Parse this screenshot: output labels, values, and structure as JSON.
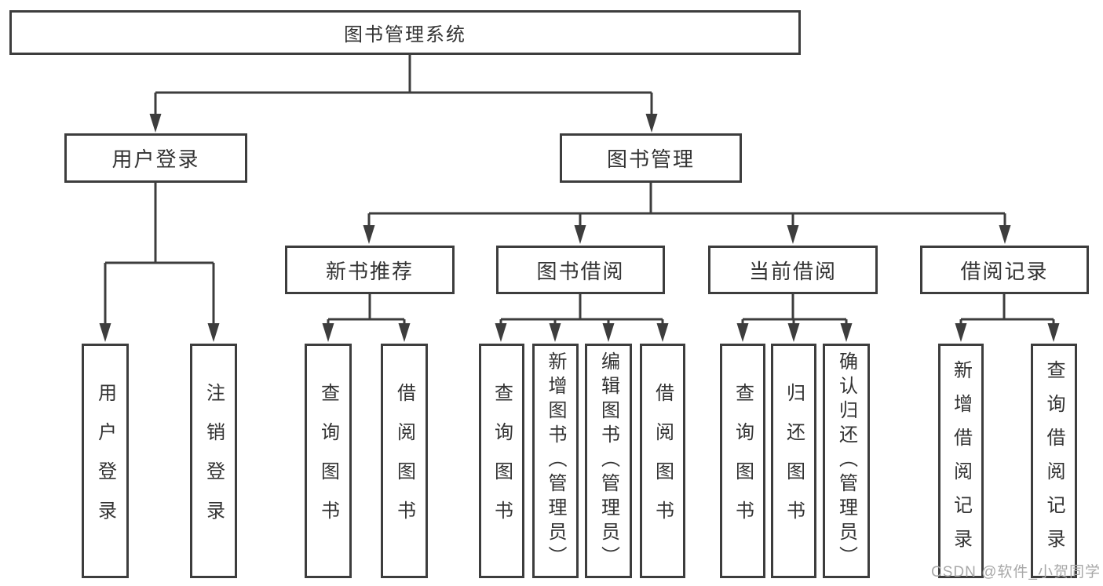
{
  "diagram": {
    "type": "hierarchy-functional-structure",
    "root": {
      "label": "图书管理系统",
      "children": [
        {
          "label": "用户登录",
          "children": [
            {
              "label": "用户登录"
            },
            {
              "label": "注销登录"
            }
          ]
        },
        {
          "label": "图书管理",
          "children": [
            {
              "label": "新书推荐",
              "children": [
                {
                  "label": "查询图书"
                },
                {
                  "label": "借阅图书"
                }
              ]
            },
            {
              "label": "图书借阅",
              "children": [
                {
                  "label": "查询图书"
                },
                {
                  "label": "新增图书（管理员）"
                },
                {
                  "label": "编辑图书（管理员）"
                },
                {
                  "label": "借阅图书"
                }
              ]
            },
            {
              "label": "当前借阅",
              "children": [
                {
                  "label": "查询图书"
                },
                {
                  "label": "归还图书"
                },
                {
                  "label": "确认归还（管理员）"
                }
              ]
            },
            {
              "label": "借阅记录",
              "children": [
                {
                  "label": "新增借阅记录"
                },
                {
                  "label": "查询借阅记录"
                }
              ]
            }
          ]
        }
      ]
    },
    "watermark": "CSDN @软件_小贺同学",
    "colors": {
      "line": "#3d3d3d",
      "border": "#3d3d3d",
      "text": "#333333",
      "watermark": "#a8a8a8",
      "background": "#ffffff"
    }
  }
}
